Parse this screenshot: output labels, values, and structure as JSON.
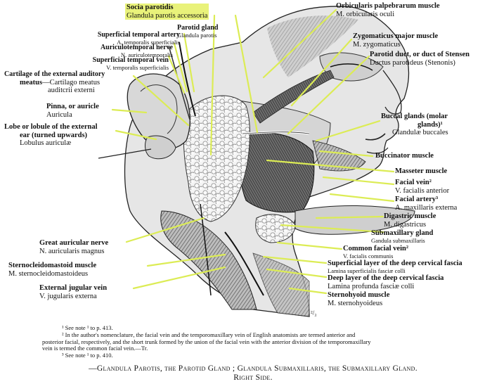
{
  "labels_left": [
    {
      "en": "Superficial temporal artery",
      "la": "A. temporalis superficialis"
    },
    {
      "en": "Auriculotemporal nerve",
      "la": "N. auriculotemporalis"
    },
    {
      "en": "Superficial temporal vein",
      "la": "V. temporalis superficialis"
    },
    {
      "en": "Cartilage of the external auditory",
      "en2": "meatus",
      "la": "Cartilago meatus",
      "la2": "auditcrii externi"
    },
    {
      "en": "Pinna, or auricle",
      "la": "Auricula"
    },
    {
      "en": "Lobe or lobule of the external",
      "en2": "ear (turned upwards)",
      "la": "Lobulus auriculæ"
    },
    {
      "en": "Great auricular nerve",
      "la": "N. auricularis magnus"
    },
    {
      "en": "Sternocleidomastoid muscle",
      "la": "M. sternocleidomastoideus"
    },
    {
      "en": "External jugular vein",
      "la": "V. jugularis externa"
    }
  ],
  "labels_top": [
    {
      "en": "Socia parotidis",
      "la": "Glandula parotis accessoria"
    },
    {
      "en": "Parotid gland",
      "la": "Glandula parotis"
    }
  ],
  "labels_right": [
    {
      "en": "Orbicularis palpebrarum muscle",
      "la": "M. orbicularis oculi"
    },
    {
      "en": "Zygomaticus major muscle",
      "la": "M. zygomaticus"
    },
    {
      "en": "Parotid duct, or duct of Stensen",
      "la": "Ductus parotideus (Stenonis)"
    },
    {
      "en": "Buccal glands (molar",
      "en2": "glands)¹",
      "la": "Glandulæ buccales"
    },
    {
      "en": "Buccinator muscle",
      "la": ""
    },
    {
      "en": "Masseter muscle",
      "la": ""
    },
    {
      "en": "Facial vein²",
      "la": "V. facialis anterior"
    },
    {
      "en": "Facial artery³",
      "la": "A. maxillaris externa"
    },
    {
      "en": "Digastric muscle",
      "la": "M. digastricus"
    },
    {
      "en": "Submaxillary gland",
      "la": "Gandula submaxillaris"
    },
    {
      "en": "Common facial vein²",
      "la": "V. facialis communis"
    },
    {
      "en": "Superficial layer of the deep cervical fascia",
      "la": "Lamina superficialis fasciæ colli"
    },
    {
      "en": "Deep layer of the deep cervical fascia",
      "la": "Lamina profunda fasciæ colli"
    },
    {
      "en": "Sternohyoid muscle",
      "la": "M. sternohyoideus"
    }
  ],
  "scale": "²/₃",
  "footnotes": [
    "¹ See note ¹ to p. 413.",
    "² In the author's nomenclature, the facial vein and the temporomaxillary vein of English anatomists are termed anterior and",
    "posterior facial, respectively, and the short trunk formed by the union of the facial vein with the anterior division of the temporomaxillary",
    "vein is termed the common facial vein.—Tr.",
    "³ See note ¹ to p. 410."
  ],
  "caption": {
    "line1": "—Glandula Parotis, the Parotid Gland ; Glandula Submaxillaris, the Submaxillary Gland.",
    "line2": "Right Side."
  },
  "colors": {
    "leader": "#dcec55",
    "highlight": "#e9f27a",
    "skin": "#e8e8e8",
    "shade": "#6f6f6f",
    "gland": "#f2f2f2"
  }
}
